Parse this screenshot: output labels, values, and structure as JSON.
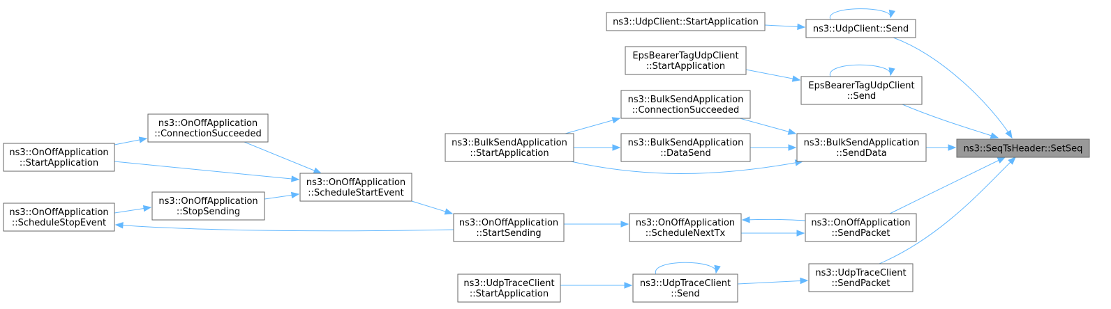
{
  "nodes": [
    {
      "id": "setseq",
      "lines": [
        "ns3::SeqTsHeader::SetSeq"
      ],
      "focus": true
    },
    {
      "id": "udpclient_send",
      "lines": [
        "ns3::UdpClient::Send"
      ]
    },
    {
      "id": "udpclient_start",
      "lines": [
        "ns3::UdpClient::StartApplication"
      ]
    },
    {
      "id": "eps_start",
      "lines": [
        "EpsBearerTagUdpClient",
        "::StartApplication"
      ]
    },
    {
      "id": "eps_send",
      "lines": [
        "EpsBearerTagUdpClient",
        "::Send"
      ]
    },
    {
      "id": "bulk_conn",
      "lines": [
        "ns3::BulkSendApplication",
        "::ConnectionSucceeded"
      ]
    },
    {
      "id": "bulk_start",
      "lines": [
        "ns3::BulkSendApplication",
        "::StartApplication"
      ]
    },
    {
      "id": "bulk_datasend",
      "lines": [
        "ns3::BulkSendApplication",
        "::DataSend"
      ]
    },
    {
      "id": "bulk_senddata",
      "lines": [
        "ns3::BulkSendApplication",
        "::SendData"
      ]
    },
    {
      "id": "onoff_conn",
      "lines": [
        "ns3::OnOffApplication",
        "::ConnectionSucceeded"
      ]
    },
    {
      "id": "onoff_startapp",
      "lines": [
        "ns3::OnOffApplication",
        "::StartApplication"
      ]
    },
    {
      "id": "onoff_schedstart",
      "lines": [
        "ns3::OnOffApplication",
        "::ScheduleStartEvent"
      ]
    },
    {
      "id": "onoff_stopsending",
      "lines": [
        "ns3::OnOffApplication",
        "::StopSending"
      ]
    },
    {
      "id": "onoff_schedstop",
      "lines": [
        "ns3::OnOffApplication",
        "::ScheduleStopEvent"
      ]
    },
    {
      "id": "onoff_startsending",
      "lines": [
        "ns3::OnOffApplication",
        "::StartSending"
      ]
    },
    {
      "id": "onoff_schednext",
      "lines": [
        "ns3::OnOffApplication",
        "::ScheduleNextTx"
      ]
    },
    {
      "id": "onoff_sendpacket",
      "lines": [
        "ns3::OnOffApplication",
        "::SendPacket"
      ]
    },
    {
      "id": "trace_start",
      "lines": [
        "ns3::UdpTraceClient",
        "::StartApplication"
      ]
    },
    {
      "id": "trace_send",
      "lines": [
        "ns3::UdpTraceClient",
        "::Send"
      ]
    },
    {
      "id": "trace_sendpacket",
      "lines": [
        "ns3::UdpTraceClient",
        "::SendPacket"
      ]
    }
  ],
  "edges": [
    {
      "from": "udpclient_send",
      "to": "setseq"
    },
    {
      "from": "udpclient_send",
      "to": "udpclient_send"
    },
    {
      "from": "udpclient_start",
      "to": "udpclient_send"
    },
    {
      "from": "eps_send",
      "to": "setseq"
    },
    {
      "from": "eps_send",
      "to": "eps_send"
    },
    {
      "from": "eps_start",
      "to": "eps_send"
    },
    {
      "from": "bulk_senddata",
      "to": "setseq"
    },
    {
      "from": "bulk_conn",
      "to": "bulk_senddata"
    },
    {
      "from": "bulk_start",
      "to": "bulk_conn"
    },
    {
      "from": "bulk_datasend",
      "to": "bulk_senddata"
    },
    {
      "from": "bulk_start",
      "to": "bulk_datasend"
    },
    {
      "from": "bulk_start",
      "to": "bulk_senddata"
    },
    {
      "from": "onoff_sendpacket",
      "to": "setseq"
    },
    {
      "from": "onoff_sendpacket",
      "to": "onoff_schednext"
    },
    {
      "from": "onoff_schednext",
      "to": "onoff_sendpacket"
    },
    {
      "from": "onoff_startsending",
      "to": "onoff_schednext"
    },
    {
      "from": "onoff_schedstart",
      "to": "onoff_startsending"
    },
    {
      "from": "onoff_conn",
      "to": "onoff_schedstart"
    },
    {
      "from": "onoff_startapp",
      "to": "onoff_schedstart"
    },
    {
      "from": "onoff_stopsending",
      "to": "onoff_schedstart"
    },
    {
      "from": "onoff_startapp",
      "to": "onoff_conn"
    },
    {
      "from": "onoff_schedstop",
      "to": "onoff_stopsending"
    },
    {
      "from": "onoff_startsending",
      "to": "onoff_schedstop"
    },
    {
      "from": "trace_sendpacket",
      "to": "setseq"
    },
    {
      "from": "trace_send",
      "to": "trace_sendpacket"
    },
    {
      "from": "trace_send",
      "to": "trace_send"
    },
    {
      "from": "trace_start",
      "to": "trace_send"
    }
  ],
  "colors": {
    "edge": "#63b8ff",
    "node_border": "#666666",
    "focus_fill": "#999999"
  }
}
